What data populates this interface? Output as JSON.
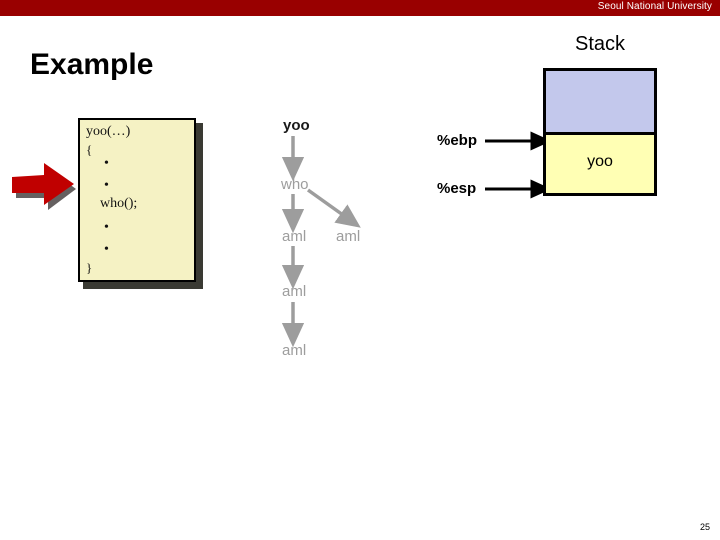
{
  "header": {
    "university": "Seoul National University",
    "bar_color": "#990000"
  },
  "slide": {
    "title": "Example",
    "page_number": "25"
  },
  "code_panel": {
    "name": "code-listing",
    "background_color": "#f5f2c4",
    "lines": [
      "yoo(…)",
      "{",
      "•",
      "•",
      "who();",
      "•",
      "•",
      "}"
    ],
    "pointer": {
      "icon": "right-arrow-icon",
      "color": "#c00000"
    }
  },
  "call_chain": {
    "nodes": [
      {
        "label": "yoo",
        "state": "active"
      },
      {
        "label": "who",
        "state": "dim"
      },
      {
        "label": "aml",
        "state": "dim"
      },
      {
        "label": "aml",
        "state": "dim"
      },
      {
        "label": "aml",
        "state": "dim"
      },
      {
        "label": "aml",
        "state": "dim"
      }
    ],
    "arrow_color": "#9d9d9d"
  },
  "stack": {
    "title": "Stack",
    "cells": [
      {
        "label": "",
        "color": "#c3c8ec"
      },
      {
        "label": "yoo",
        "color": "#ffffb4"
      }
    ],
    "registers": [
      {
        "name": "%ebp",
        "points_to_cell": 1
      },
      {
        "name": "%esp",
        "points_to_cell": 1
      }
    ]
  }
}
